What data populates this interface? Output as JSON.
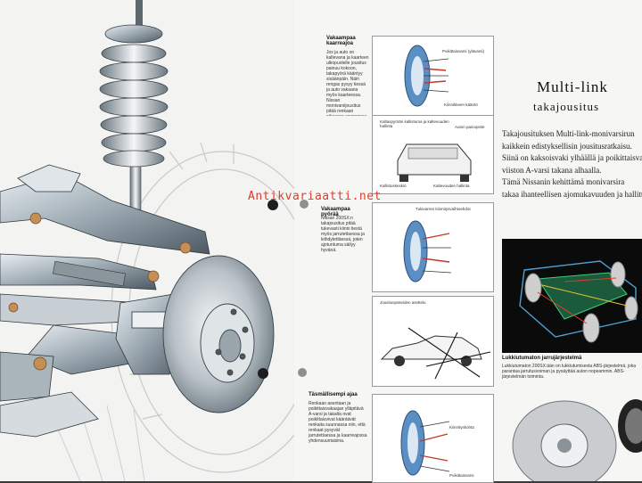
{
  "watermark": "Antikvariaatti.net",
  "heading": {
    "line1": "Multi-link",
    "line2": "takajousitus"
  },
  "body_text": [
    "Takajousituksen Multi-link-monivarsirun",
    "kaikkein edistyksellisin jousitusratkaisu.",
    "Siinä on kaksoisvaki ylhäällä ja poikittaisvar",
    "viiston A-varsi takana alhaalla.",
    "Tämä Nissanin kehittämä monivarsira",
    "takaa ihanteellisen ajomukavuuden ja hallittav"
  ],
  "left_column": {
    "section1_heading": "Vakaampaa kaarreajoa",
    "section1_text": "Jos ja auto on kaltevana ja kaarteen ulkopuolelle jousitus painuu kokoon, takapyörä kääntyy sisäänpäin. Näin rengas pysyy tiessä ja auto vakaana myös kaarteessa. Nissan monivarsijousitus pitää renkaan oikeassa asennossa joka tilanteessa.",
    "section2_heading": "Vakaampaa pyörää",
    "section2_text": "Nissan 200SX:n takajousitus pitää tukevasti kiinni tiestä myös jarrutettaessa ja kiihdytettäessä, joten ajotuntuma säilyy hyvänä.",
    "section3_heading": "Täsmällisempi ajaa",
    "section3_text": "Renkaan asentaan ja poikittaisvakaajan ylläpitävä A-varsi ja takalta ovat poikittaisvivut kääntävät renkaita suunnassa niin, että renkaat pysyvät jarrutettaessa ja kaarreajossa yhdensuuntaisina."
  },
  "diagram_labels": {
    "d1_a": "Poikittaisvarsi (ylävarsi)",
    "d1_b": "Kiinnikkeen kääntö",
    "d2_a": "Kaltaspyörän kallistuma ja kaltevuuden hallinta",
    "d2_b": "Auton painopiste",
    "d2_c": "Kallistuskeskiö",
    "d2_d": "Kaltevuuden hallinta",
    "d3_a": "Tukivarren kiinnitysvaihtoehdot",
    "d4_a": "Jousituspisteiden asettelu",
    "d5_a": "Kiinnityskohta",
    "d5_b": "Poikittaisvarsi"
  },
  "inset": {
    "caption": "Lukkiutumaton jarrujärjestelmä",
    "text": "Lukkiutumaton 200SX:ään on lukkiutumisesta ABS-järjestelmä, joka parantaa jarrutusvoiman ja pysäyttää auton nopeammin. ABS-järjestelmän toiminta."
  }
}
